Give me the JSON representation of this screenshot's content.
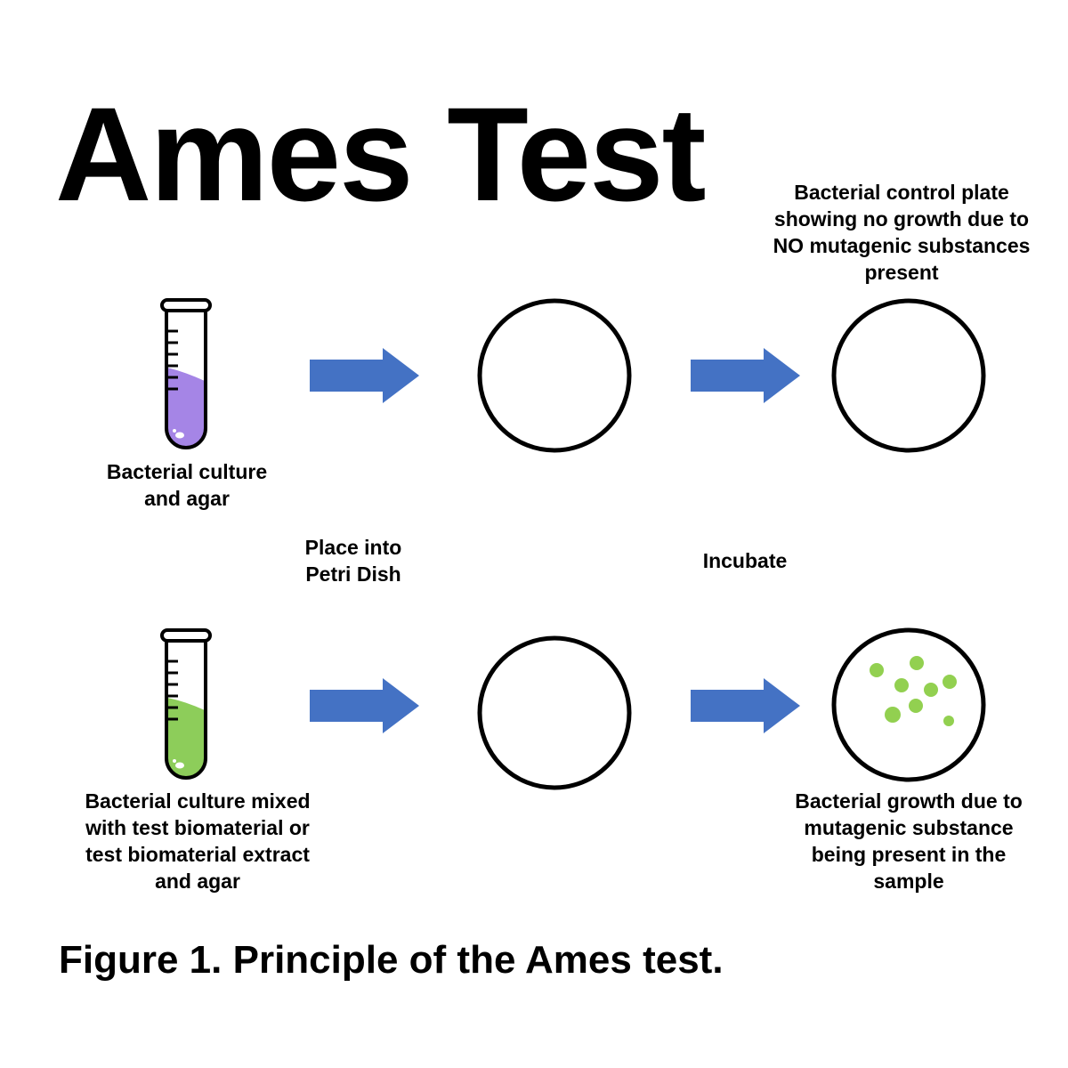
{
  "title": "Ames Test",
  "caption": "Figure 1. Principle of the Ames test.",
  "colors": {
    "arrow": "#4472C4",
    "purple_culture": "#A585E6",
    "green_culture": "#8DCD5A",
    "colony": "#92D050",
    "outline": "#000000"
  },
  "rows": {
    "control": {
      "tube_label": "Bacterial culture\nand agar",
      "result_label": "Bacterial control plate\nshowing no growth due to\nNO mutagenic substances\npresent"
    },
    "test": {
      "tube_label": "Bacterial culture mixed\nwith test biomaterial or\ntest biomaterial extract\nand agar",
      "result_label": "Bacterial growth due to\nmutagenic substance\nbeing present in the\nsample"
    }
  },
  "steps": {
    "place": "Place into\nPetri Dish",
    "incubate": "Incubate"
  },
  "icons": [
    "test-tube-icon",
    "arrow-right-icon",
    "petri-dish-icon",
    "bacterial-colony-icon"
  ]
}
